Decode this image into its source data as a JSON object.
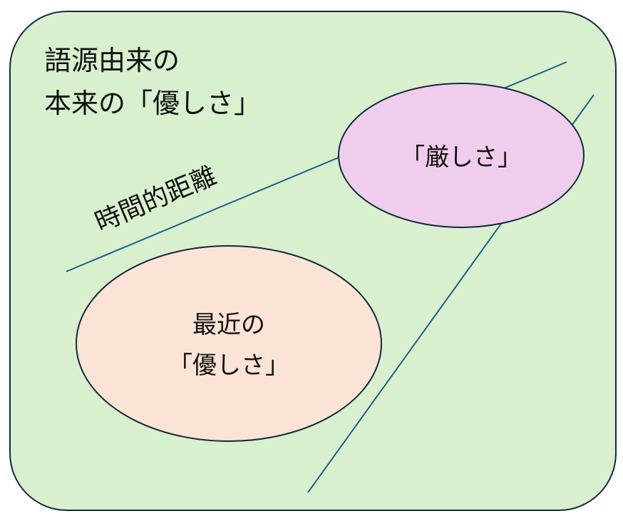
{
  "colors": {
    "background_box": "#d9f0cf",
    "outline": "#13293d",
    "line": "#1f5f86",
    "ellipse_strict": "#f0cdec",
    "ellipse_recent": "#fbe3d6"
  },
  "box_title": {
    "line1": "語源由来の",
    "line2": "本来の「優しさ」"
  },
  "axis_label": "時間的距離",
  "ellipse_strict": {
    "label": "「厳しさ」"
  },
  "ellipse_recent": {
    "line1": "最近の",
    "line2": "「優しさ」"
  }
}
